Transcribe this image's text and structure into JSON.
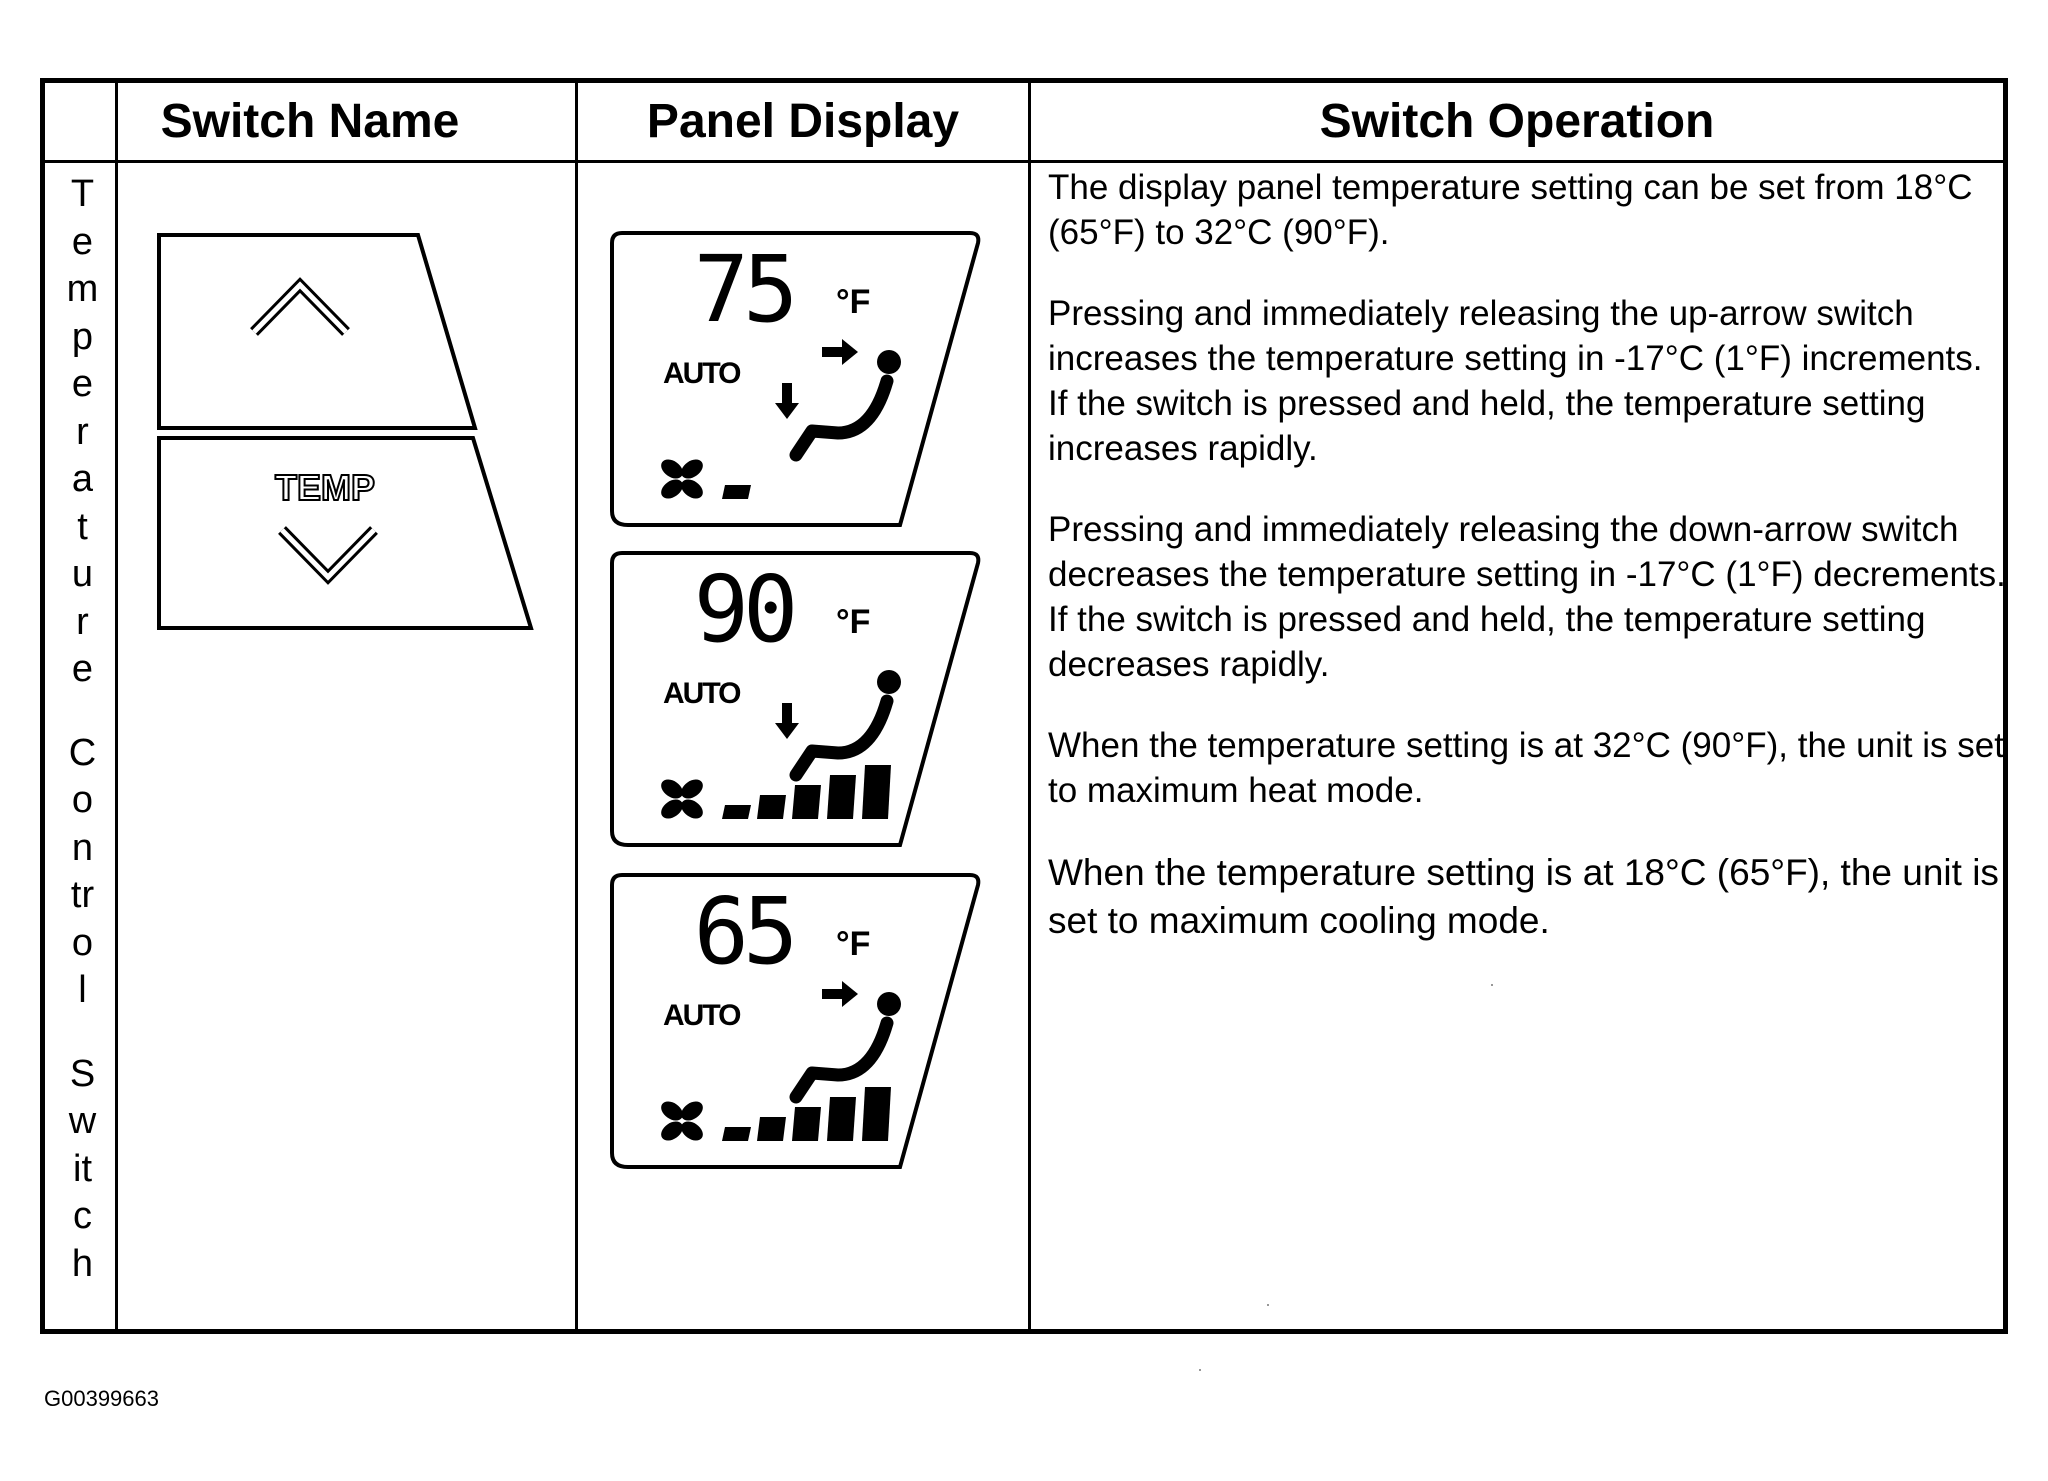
{
  "table": {
    "headers": {
      "switch_name": "Switch Name",
      "panel_display": "Panel Display",
      "switch_operation": "Switch Operation"
    },
    "row_label_letters": [
      "T",
      "e",
      "m",
      "p",
      "e",
      "r",
      "a",
      "t",
      "u",
      "r",
      "e",
      "",
      "C",
      "o",
      "n",
      "tr",
      "o",
      "l",
      "",
      "S",
      "w",
      "it",
      "c",
      "h"
    ],
    "switch_button_label": "TEMP",
    "panel_displays": [
      {
        "temperature": "75",
        "unit": "°F",
        "mode": "AUTO",
        "fan_level": 1,
        "fan_level_max": 5
      },
      {
        "temperature": "90",
        "unit": "°F",
        "mode": "AUTO",
        "fan_level": 5,
        "fan_level_max": 5
      },
      {
        "temperature": "65",
        "unit": "°F",
        "mode": "AUTO",
        "fan_level": 5,
        "fan_level_max": 5
      }
    ],
    "operation_paragraphs": [
      "The display panel temperature setting can be set from 18°C (65°F) to 32°C (90°F).",
      "Pressing and immediately releasing the up-arrow switch increases the temperature setting in -17°C (1°F) increments. If the switch is pressed and held, the temperature setting increases rapidly.",
      "Pressing and immediately releasing the down-arrow switch decreases the temperature setting in -17°C (1°F) decrements. If the switch is pressed and held, the temperature setting decreases rapidly.",
      "When the temperature setting is at 32°C (90°F), the unit is set to maximum heat mode.",
      "When the temperature setting is at 18°C (65°F), the unit is set to maximum cooling mode."
    ]
  },
  "figure_id": "G00399663",
  "icons": {
    "up_button": "chevron-up-icon",
    "down_button": "chevron-down-icon",
    "fan": "fan-icon",
    "seat_occupant": "seat-occupant-icon",
    "airflow_face": "arrow-right-icon",
    "airflow_feet": "arrow-down-icon"
  }
}
